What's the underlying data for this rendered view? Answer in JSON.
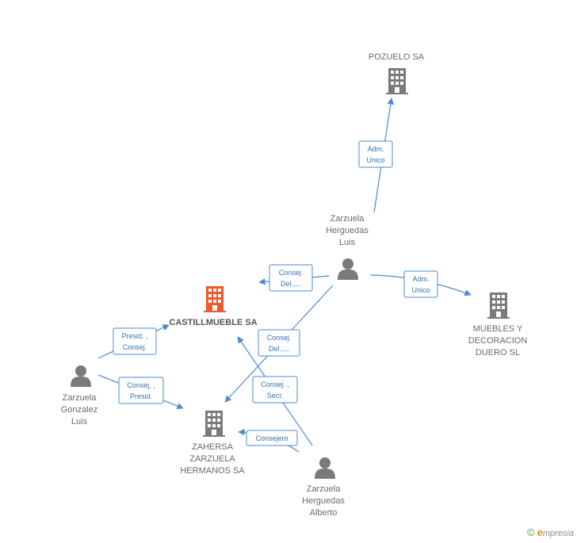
{
  "colors": {
    "company": "#7a7a7a",
    "focus": "#f05a28",
    "person": "#7a7a7a",
    "edge": "#4a8ad4"
  },
  "nodes": {
    "pozuelo": {
      "lines": [
        "POZUELO SA"
      ]
    },
    "zarzuela_luis": {
      "lines": [
        "Zarzuela",
        "Herguedas",
        "Luis"
      ]
    },
    "castillmueble": {
      "lines": [
        "CASTILLMUEBLE SA"
      ]
    },
    "muebles": {
      "lines": [
        "MUEBLES Y",
        "DECORACION",
        "DUERO SL"
      ]
    },
    "zarzuela_gonzalez": {
      "lines": [
        "Zarzuela",
        "Gonzalez",
        "Luis"
      ]
    },
    "zahersa": {
      "lines": [
        "ZAHERSA",
        "ZARZUELA",
        "HERMANOS SA"
      ]
    },
    "zarzuela_alberto": {
      "lines": [
        "Zarzuela",
        "Herguedas",
        "Alberto"
      ]
    }
  },
  "relations": {
    "adm_pozuelo": [
      "Adm.",
      "Unico"
    ],
    "consej_castill_luis": [
      "Consej.",
      "Del.,..."
    ],
    "adm_muebles": [
      "Adm.",
      "Unico"
    ],
    "consej_zahersa_luis": [
      "Consej.",
      "Del.,..."
    ],
    "presid_castill": [
      "Presid. ,",
      "Consej."
    ],
    "consej_presid_zahersa": [
      "Consej. ,",
      "Presid."
    ],
    "consej_secr_castill": [
      "Consej. ,",
      "Secr."
    ],
    "consejero_zahersa": [
      "Consejero"
    ]
  },
  "brand": {
    "copyright": "©",
    "e": "e",
    "rest": "mpresia"
  }
}
